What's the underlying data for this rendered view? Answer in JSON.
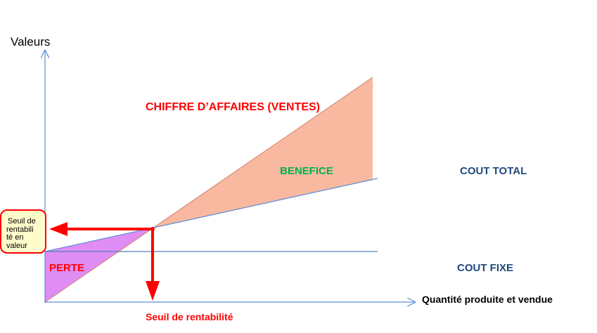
{
  "y_axis_label": "Valeurs",
  "x_axis_label": "Quantité produite et vendue",
  "labels": {
    "revenue": "CHIFFRE D’AFFAIRES (VENTES)",
    "profit": "BENEFICE",
    "total_cost": "COUT TOTAL",
    "fixed_cost": "COUT FIXE",
    "loss": "PERTE",
    "breakeven_quantity": "Seuil de rentabilité"
  },
  "callout": {
    "lines": [
      "Seuil de",
      "rentabili",
      "té en",
      "valeur"
    ]
  },
  "colors": {
    "axis": "#5b8fd6",
    "red": "#ff0000",
    "green": "#00b050",
    "navy": "#1f497d",
    "profit_fill": "#f8b9a0",
    "loss_fill": "#e08cf5",
    "callout_fill": "#fffccc"
  }
}
